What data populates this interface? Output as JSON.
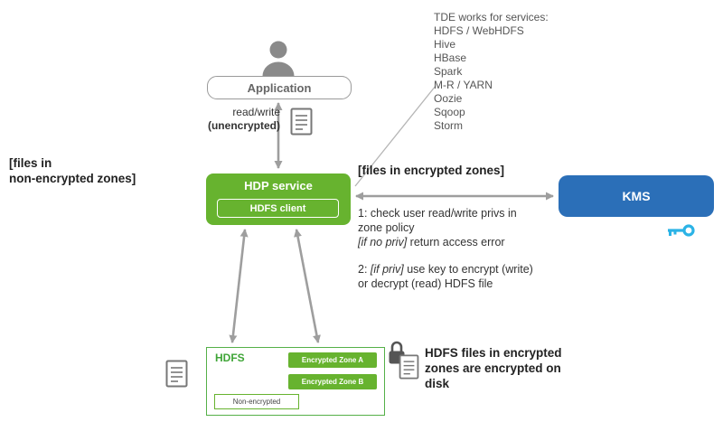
{
  "diagram": {
    "application": {
      "label": "Application"
    },
    "flow_note": {
      "line1": "read/write",
      "line2": "(unencrypted)"
    },
    "left_note": {
      "line1": "[files in",
      "line2": "non-encrypted zones]"
    },
    "hdp_service": {
      "label": "HDP service",
      "client": "HDFS client"
    },
    "encrypted_zones_label": "[files in encrypted zones]",
    "kms": {
      "label": "KMS"
    },
    "tde_list": {
      "title": "TDE works for  services:",
      "items": [
        "HDFS / WebHDFS",
        "Hive",
        "HBase",
        "Spark",
        "M-R / YARN",
        "Oozie",
        "Sqoop",
        "Storm"
      ]
    },
    "policy": {
      "step1_l1": "1: check user read/write privs in",
      "step1_l2": "zone policy",
      "step1_l3_italic": "[if no priv]",
      "step1_l3_rest": " return access error",
      "step2_prefix": "2: ",
      "step2_italic": "[if priv]",
      "step2_l1_rest": "  use key to encrypt (write)",
      "step2_l2": "or decrypt (read) HDFS file"
    },
    "hdfs_storage": {
      "label": "HDFS",
      "zone_a": "Encrypted Zone A",
      "zone_b": "Encrypted Zone B",
      "non_encrypted": "Non-encrypted"
    },
    "disk_note": {
      "line1": "HDFS files in encrypted",
      "line2": "zones are encrypted on",
      "line3": "disk"
    },
    "colors": {
      "green": "#67b32f",
      "blue": "#2b6fb8",
      "arrow_gray": "#9e9e9e",
      "key_cyan": "#2bb3e6"
    }
  }
}
